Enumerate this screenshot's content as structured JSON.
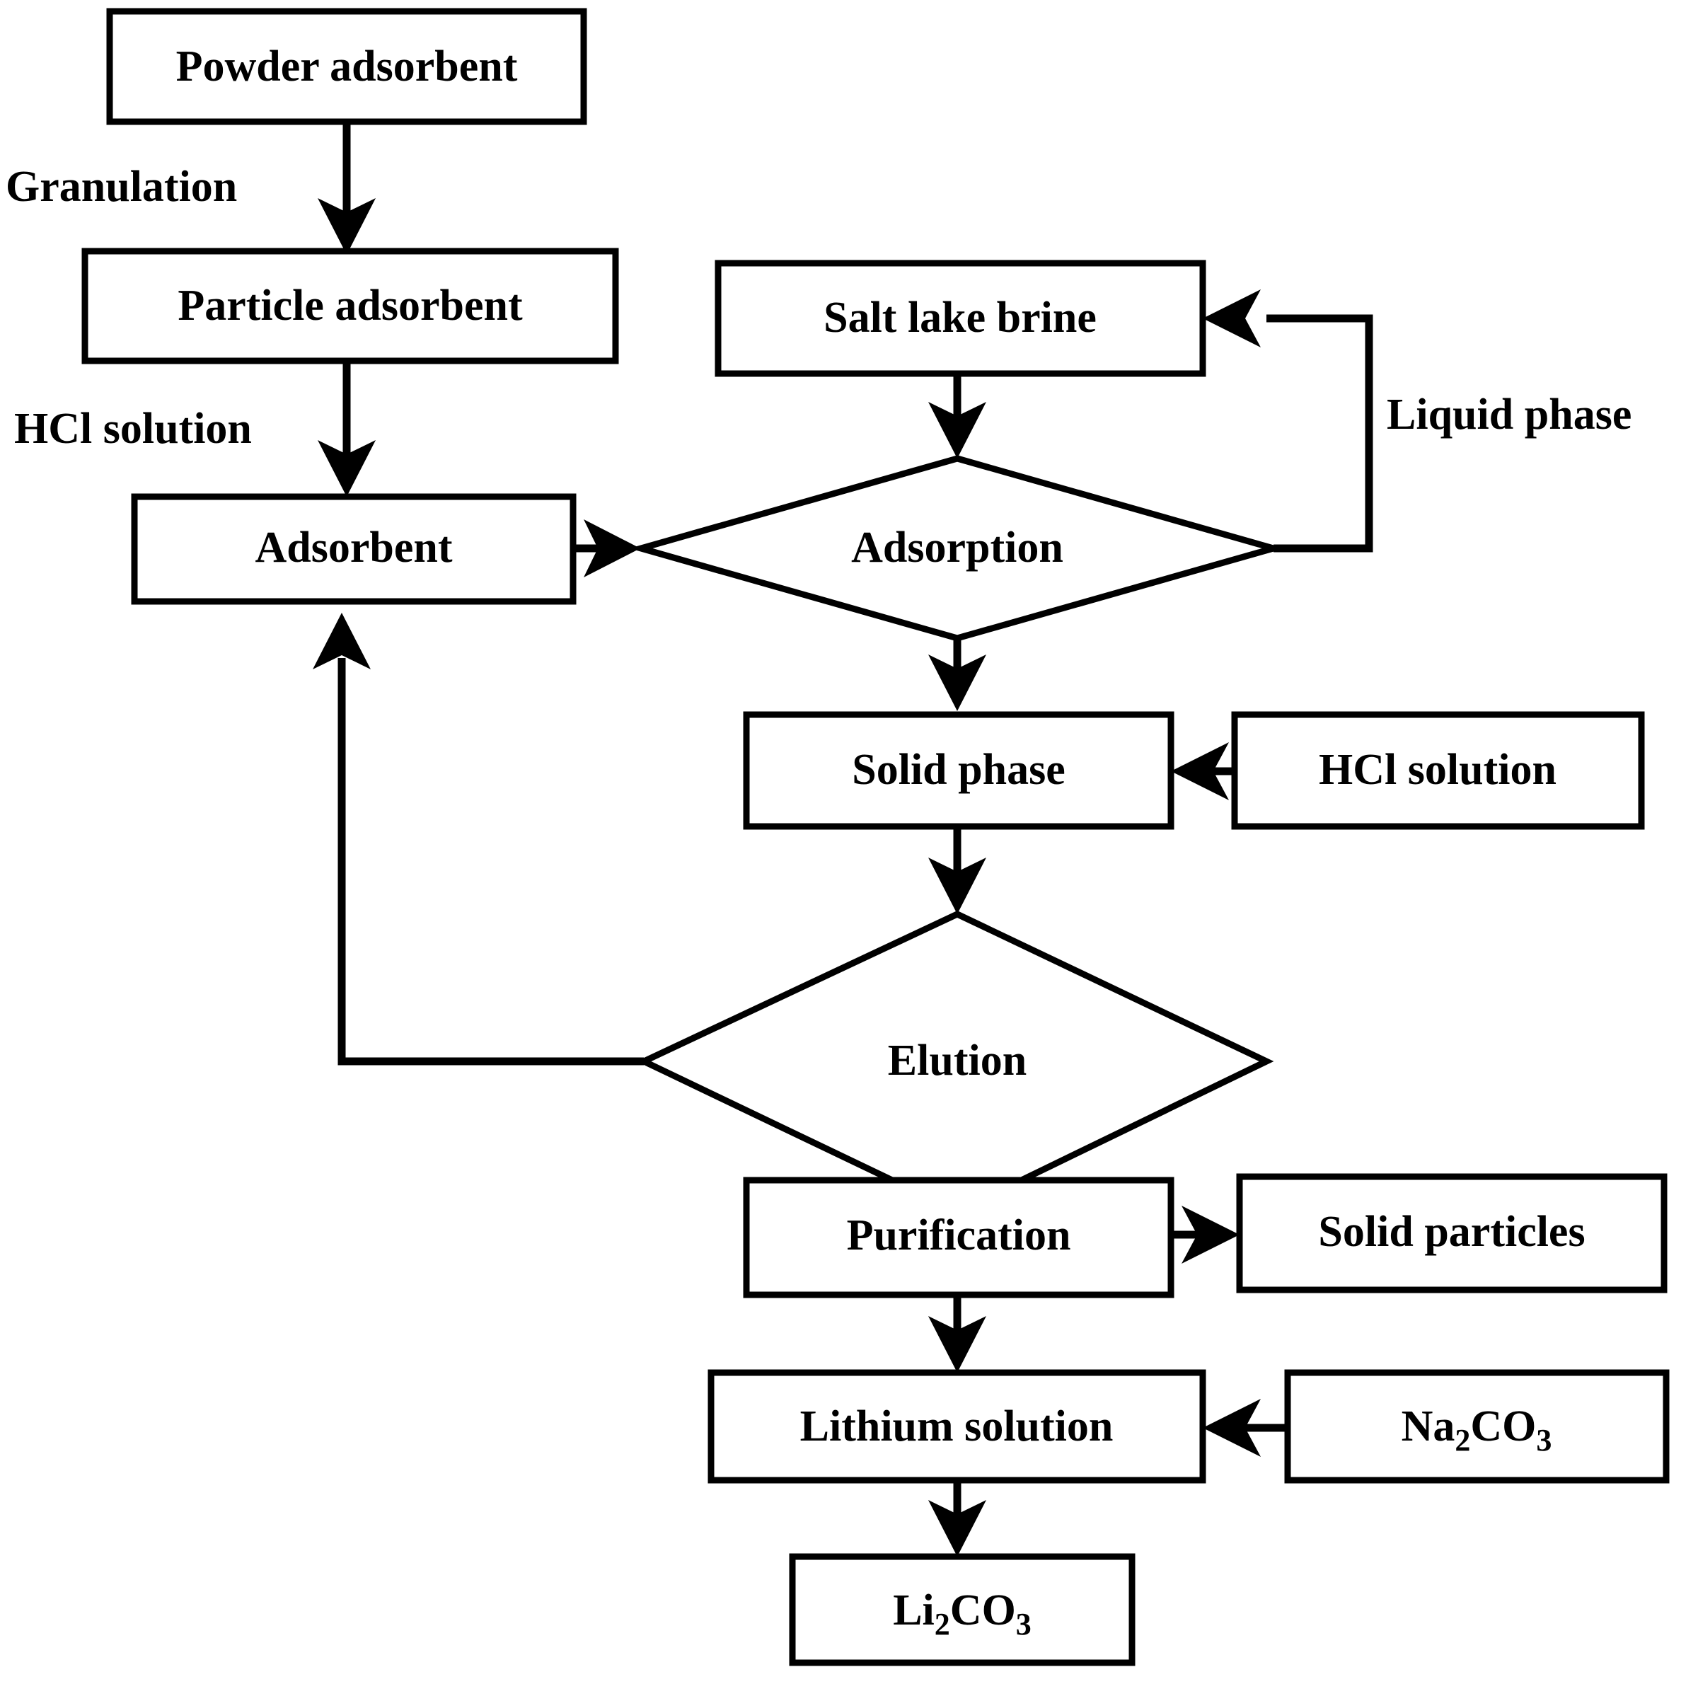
{
  "diagram": {
    "title": "Lithium extraction from salt lake brine process flowchart",
    "type": "process-flowchart",
    "background_color": "#ffffff",
    "line_color": "#000000",
    "node_fill": "#ffffff"
  },
  "nodes": [
    {
      "id": "powder_adsorbent",
      "shape": "rect",
      "label": "Powder adsorbent"
    },
    {
      "id": "particle_adsorbent",
      "shape": "rect",
      "label": "Particle adsorbent"
    },
    {
      "id": "adsorbent",
      "shape": "rect",
      "label": "Adsorbent"
    },
    {
      "id": "salt_lake_brine",
      "shape": "rect",
      "label": "Salt lake brine"
    },
    {
      "id": "adsorption",
      "shape": "diamond",
      "label": "Adsorption"
    },
    {
      "id": "solid_phase",
      "shape": "rect",
      "label": "Solid phase"
    },
    {
      "id": "hcl_solution_box",
      "shape": "rect",
      "label": "HCl solution"
    },
    {
      "id": "elution",
      "shape": "diamond",
      "label": "Elution"
    },
    {
      "id": "purification",
      "shape": "rect",
      "label": "Purification"
    },
    {
      "id": "solid_particles",
      "shape": "rect",
      "label": "Solid particles"
    },
    {
      "id": "lithium_solution",
      "shape": "rect",
      "label": "Lithium solution"
    },
    {
      "id": "na2co3",
      "shape": "rect",
      "label_parts": {
        "a": "Na",
        "sub1": "2",
        "b": "CO",
        "sub2": "3"
      },
      "label": "Na2CO3"
    },
    {
      "id": "li2co3",
      "shape": "rect",
      "label_parts": {
        "a": "Li",
        "sub1": "2",
        "b": "CO",
        "sub2": "3"
      },
      "label": "Li2CO3"
    }
  ],
  "edge_labels": {
    "granulation": "Granulation",
    "hcl_solution": "HCl solution",
    "liquid_phase": "Liquid phase"
  },
  "edges": [
    {
      "from": "powder_adsorbent",
      "to": "particle_adsorbent",
      "label": "Granulation"
    },
    {
      "from": "particle_adsorbent",
      "to": "adsorbent",
      "label": "HCl solution"
    },
    {
      "from": "adsorbent",
      "to": "adsorption",
      "label": ""
    },
    {
      "from": "salt_lake_brine",
      "to": "adsorption",
      "label": ""
    },
    {
      "from": "adsorption",
      "to": "salt_lake_brine",
      "label": "Liquid phase"
    },
    {
      "from": "adsorption",
      "to": "solid_phase",
      "label": ""
    },
    {
      "from": "hcl_solution_box",
      "to": "solid_phase",
      "label": ""
    },
    {
      "from": "solid_phase",
      "to": "elution",
      "label": ""
    },
    {
      "from": "elution",
      "to": "adsorbent",
      "label": ""
    },
    {
      "from": "elution",
      "to": "purification",
      "label": ""
    },
    {
      "from": "purification",
      "to": "solid_particles",
      "label": ""
    },
    {
      "from": "purification",
      "to": "lithium_solution",
      "label": ""
    },
    {
      "from": "na2co3",
      "to": "lithium_solution",
      "label": ""
    },
    {
      "from": "lithium_solution",
      "to": "li2co3",
      "label": ""
    }
  ]
}
